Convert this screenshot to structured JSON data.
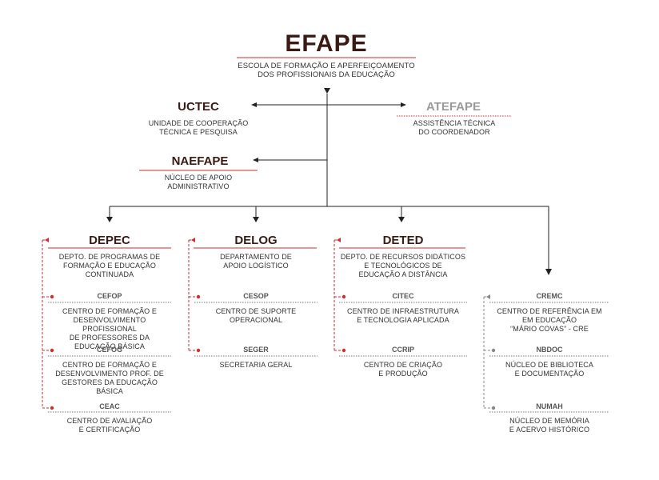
{
  "colors": {
    "title": "#3a1a12",
    "red": "#d62b2b",
    "grey": "#888888",
    "line": "#222222"
  },
  "root": {
    "title": "EFAPE",
    "subtitle": "ESCOLA DE FORMAÇÃO E APERFEIÇOAMENTO\nDOS PROFISSIONAIS DA EDUCAÇÃO"
  },
  "uctec": {
    "title": "UCTEC",
    "subtitle": "UNIDADE DE COOPERAÇÃO\nTÉCNICA E PESQUISA"
  },
  "atefape": {
    "title": "ATEFAPE",
    "subtitle": "ASSISTÊNCIA TÉCNICA\nDO COORDENADOR"
  },
  "naefape": {
    "title": "NAEFAPE",
    "subtitle": "NÚCLEO DE APOIO\nADMINISTRATIVO"
  },
  "depec": {
    "title": "DEPEC",
    "subtitle": "DEPTO. DE PROGRAMAS DE\nFORMAÇÃO E EDUCAÇÃO\nCONTINUADA",
    "units": [
      {
        "name": "CEFOP",
        "desc": "CENTRO DE FORMAÇÃO E\nDESENVOLVIMENTO PROFISSIONAL\nDE PROFESSORES DA\nEDUCAÇÃO BÁSICA"
      },
      {
        "name": "CEFOG",
        "desc": "CENTRO DE FORMAÇÃO E\nDESENVOLVIMENTO PROF. DE\nGESTORES DA EDUCAÇÃO BÁSICA"
      },
      {
        "name": "CEAC",
        "desc": "CENTRO DE AVALIAÇÃO\nE CERTIFICAÇÃO"
      }
    ]
  },
  "delog": {
    "title": "DELOG",
    "subtitle": "DEPARTAMENTO DE\nAPOIO LOGÍSTICO",
    "units": [
      {
        "name": "CESOP",
        "desc": "CENTRO DE SUPORTE\nOPERACIONAL"
      },
      {
        "name": "SEGER",
        "desc": "SECRETARIA GERAL"
      }
    ]
  },
  "deted": {
    "title": "DETED",
    "subtitle": "DEPTO. DE RECURSOS DIDÁTICOS\nE TECNOLÓGICOS DE\nEDUCAÇÃO A DISTÂNCIA",
    "units": [
      {
        "name": "CITEC",
        "desc": "CENTRO DE  INFRAESTRUTURA\nE TECNOLOGIA APLICADA"
      },
      {
        "name": "CCRIP",
        "desc": "CENTRO DE CRIAÇÃO\nE PRODUÇÃO"
      }
    ]
  },
  "cremc": {
    "name": "CREMC",
    "desc": "CENTRO DE REFERÊNCIA EM\nEM EDUCAÇÃO\n“MÁRIO COVAS” - CRE",
    "units": [
      {
        "name": "NBDOC",
        "desc": "NÚCLEO DE BIBLIOTECA\nE DOCUMENTAÇÃO"
      },
      {
        "name": "NUMAH",
        "desc": "NÚCLEO DE MEMÓRIA\nE ACERVO HISTÓRICO"
      }
    ]
  }
}
